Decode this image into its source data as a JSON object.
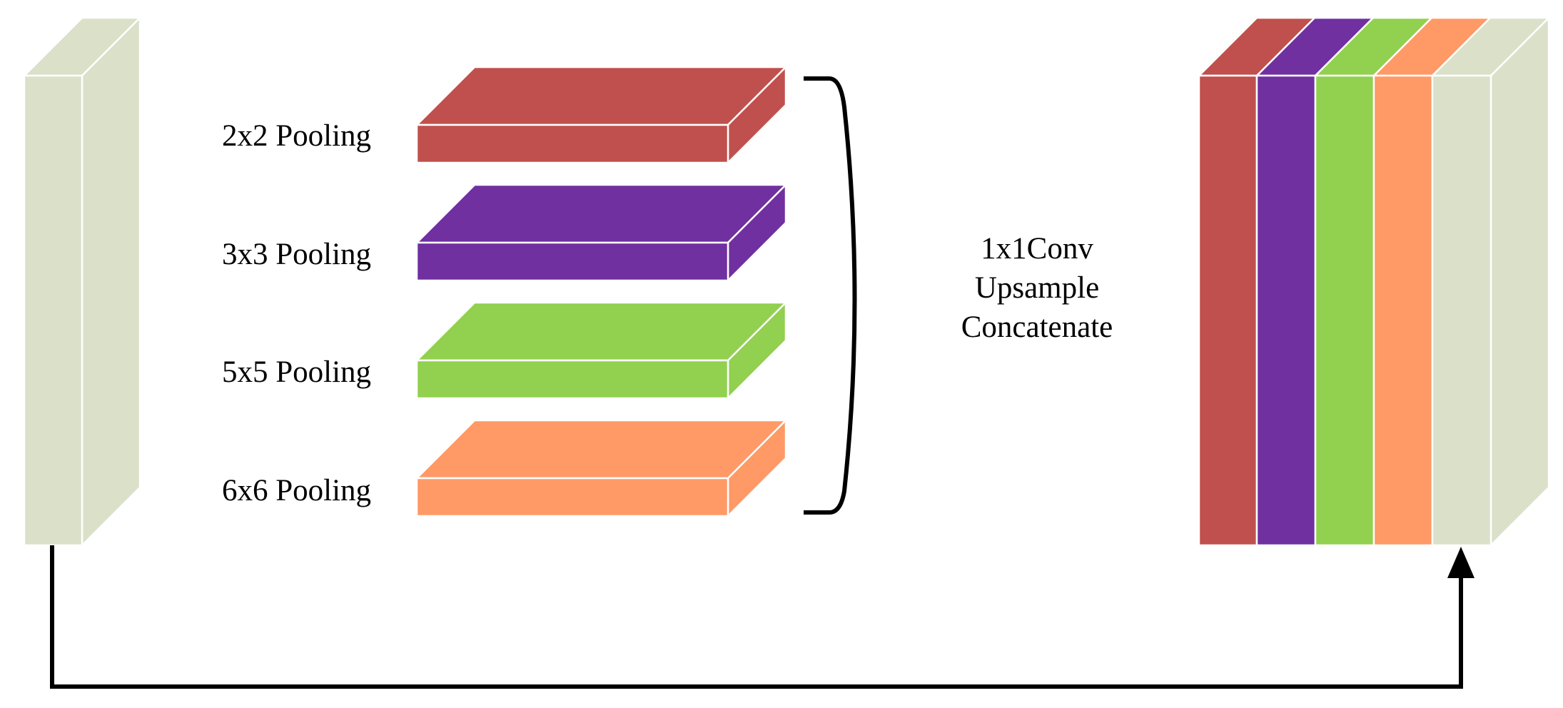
{
  "colors": {
    "input_map": "#dbe0c9",
    "pool_2x2": "#c0504d",
    "pool_3x3": "#7030a0",
    "pool_5x5": "#92d050",
    "pool_6x6": "#ff9966",
    "line": "#000000"
  },
  "pooling_levels": [
    {
      "label": "2x2 Pooling",
      "color": "#c0504d"
    },
    {
      "label": "3x3 Pooling",
      "color": "#7030a0"
    },
    {
      "label": "5x5 Pooling",
      "color": "#92d050"
    },
    {
      "label": "6x6 Pooling",
      "color": "#ff9966"
    }
  ],
  "operations": {
    "line1": "1x1Conv",
    "line2": "Upsample",
    "line3": "Concatenate"
  },
  "output_slices": [
    "#c0504d",
    "#7030a0",
    "#92d050",
    "#ff9966",
    "#dbe0c9"
  ]
}
